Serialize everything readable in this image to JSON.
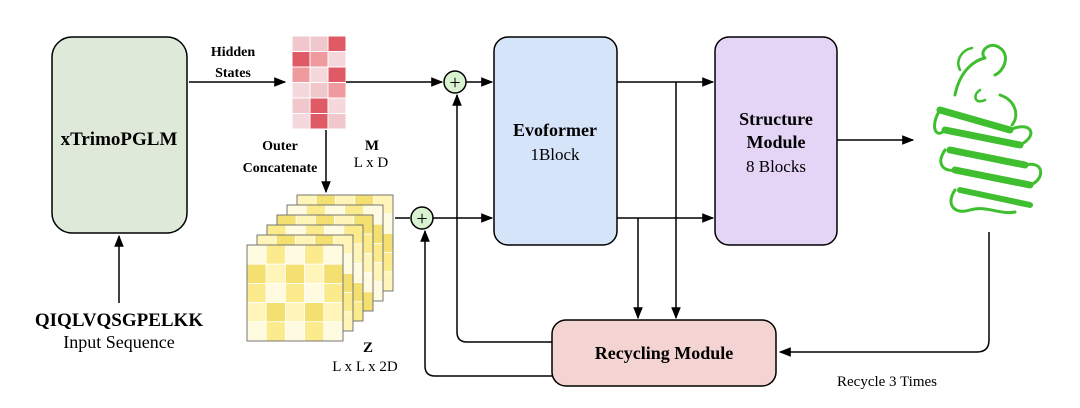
{
  "plm": {
    "name": "xTrimoPGLM"
  },
  "input": {
    "sequence": "QIQLVQSGPELKK",
    "label": "Input Sequence"
  },
  "hidden_states": {
    "line1": "Hidden",
    "line2": "States"
  },
  "outer_concat": {
    "line1": "Outer",
    "line2": "Concatenate"
  },
  "m": {
    "name": "M",
    "dims": "L x D"
  },
  "z": {
    "name": "Z",
    "dims": "L x L x 2D"
  },
  "evoformer": {
    "title": "Evoformer",
    "subtitle": "1Block"
  },
  "structure": {
    "title1": "Structure",
    "title2": "Module",
    "subtitle": "8 Blocks"
  },
  "recycling": {
    "label": "Recycling Module"
  },
  "recycle_note": "Recycle 3 Times",
  "adders": {
    "symbol": "+"
  },
  "colors": {
    "plm_fill": "#dfe9d9",
    "evoformer_fill": "#d5e4f8",
    "structure_fill": "#e4d5f6",
    "recycling_fill": "#f3d4d2",
    "adder_fill": "#d9f2cf",
    "protein": "#3fbf2f",
    "m_grid": [
      "#f0c8cc",
      "#ef9a9e",
      "#f5d8dc",
      "#e05a66"
    ],
    "z_grid": [
      "#fffbe0",
      "#fff5b8",
      "#fbeb8c",
      "#f4e070"
    ]
  }
}
